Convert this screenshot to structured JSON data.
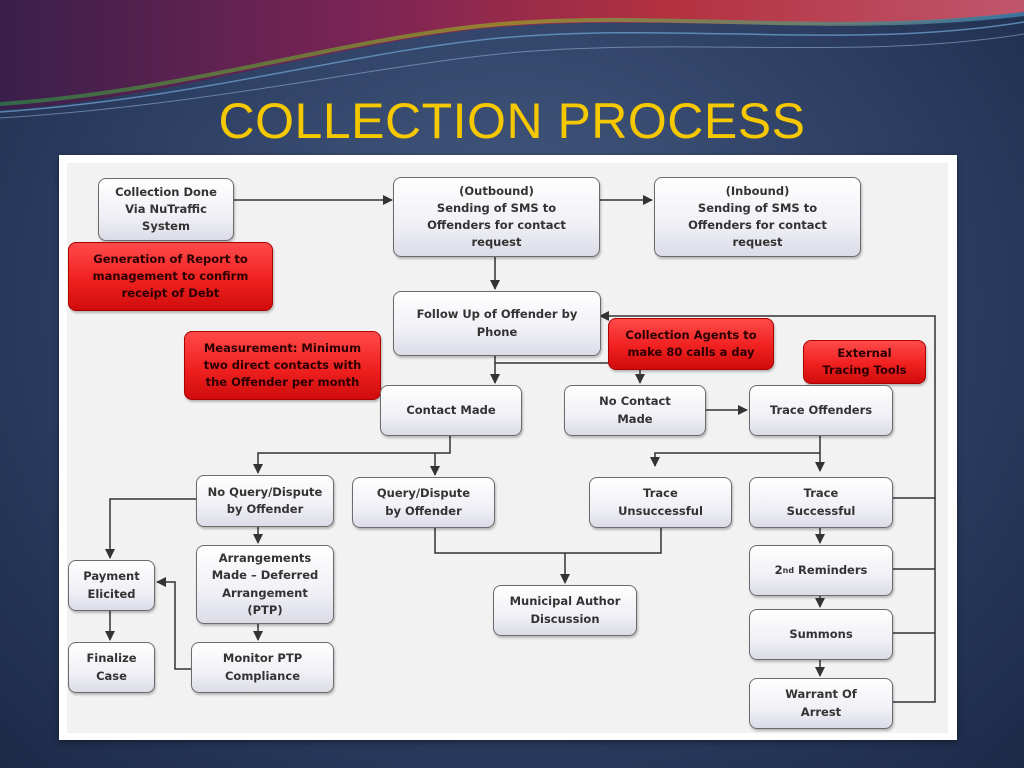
{
  "slide": {
    "title": "COLLECTION PROCESS"
  },
  "flowchart": {
    "nodes": {
      "collection_done": "Collection Done\nVia NuTraffic\nSystem",
      "generation_report": "Generation of Report to\nmanagement to confirm\nreceipt of Debt",
      "outbound_sms": "(Outbound)\nSending of SMS  to\nOffenders for contact\nrequest",
      "inbound_sms": "(Inbound)\nSending of SMS  to\nOffenders for contact\nrequest",
      "follow_up": "Follow Up of Offender by\nPhone",
      "measurement": "Measurement: Minimum\ntwo direct contacts with\nthe Offender per month",
      "collection_agents": "Collection Agents to\nmake 80 calls  a day",
      "external_tracing": "External\nTracing Tools",
      "contact_made": "Contact Made",
      "no_contact_made": "No Contact\nMade",
      "trace_offenders": "Trace Offenders",
      "no_query_dispute": "No Query/Dispute\nby Offender",
      "query_dispute": "Query/Dispute\nby Offender",
      "trace_unsuccessful": "Trace\nUnsuccessful",
      "trace_successful": "Trace\nSuccessful",
      "payment_elicited": "Payment\nElicited",
      "arrangements": "Arrangements\nMade – Deferred\nArrangement\n(PTP)",
      "municipal_author": "Municipal Author\nDiscussion",
      "second_reminders_base": "2",
      "second_reminders_sup": "nd",
      "second_reminders_rest": " Reminders",
      "finalize_case": "Finalize\nCase",
      "monitor_ptp": "Monitor PTP\nCompliance",
      "summons": "Summons",
      "warrant": "Warrant Of\nArrest"
    }
  },
  "colors": {
    "title": "#f5c800",
    "highlight_box": "#f02020",
    "process_box": "#f0f0f6",
    "connector": "#333333"
  }
}
